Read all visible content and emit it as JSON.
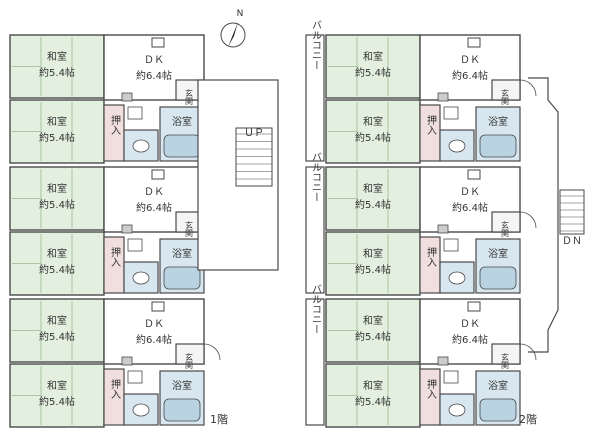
{
  "labels": {
    "washitsu": "和室",
    "washitsu_area": "約5.4帖",
    "dk": "ＤＫ",
    "dk_area": "約6.4帖",
    "genkan": "玄関",
    "yokushitsu": "浴室",
    "oshiire": "押入",
    "balcony": "バルコニー",
    "up": "ＵＰ",
    "dn": "ＤＮ"
  },
  "floors": [
    {
      "label": "1階"
    },
    {
      "label": "2階"
    }
  ],
  "compass_letter": "N",
  "colors": {
    "tatami": "#e3f0df",
    "tatami_line": "#9ab892",
    "oshiire": "#f1dede",
    "bath_tile": "#d8e7ef",
    "bathtub": "#b9d3e2",
    "wall": "#4a4a4a",
    "floor": "#ffffff"
  }
}
